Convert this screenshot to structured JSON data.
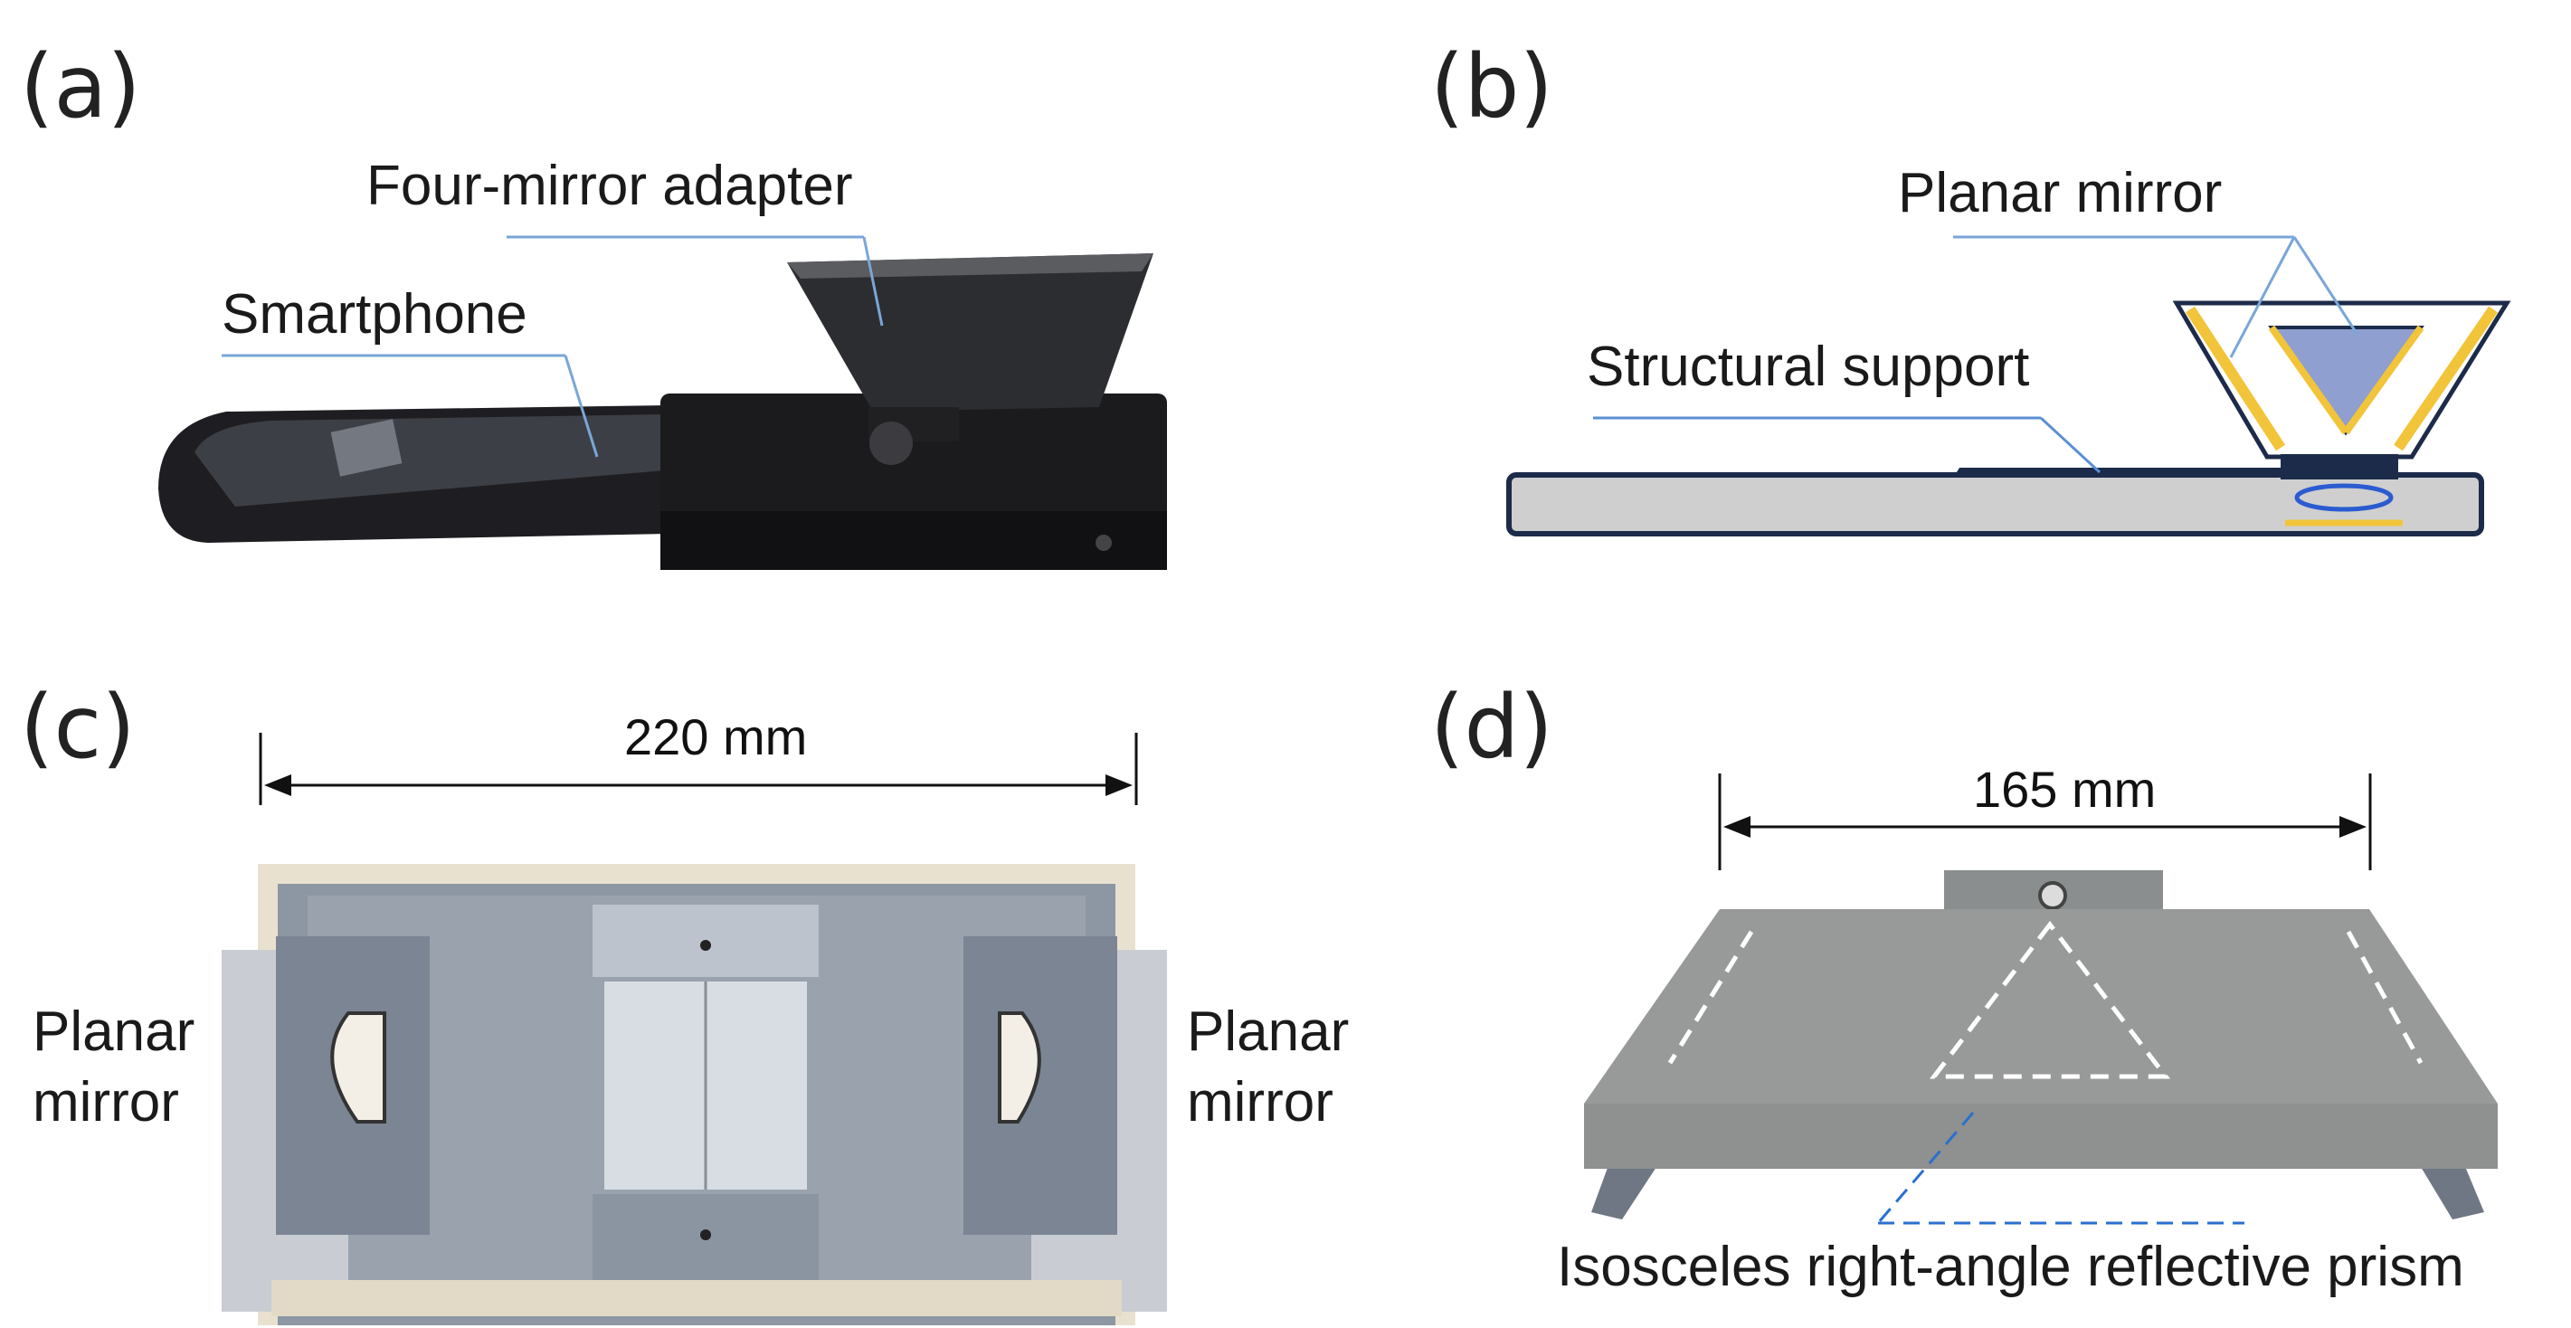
{
  "panels": {
    "a": {
      "label": "(a)",
      "callouts": {
        "adapter": "Four-mirror adapter",
        "phone": "Smartphone"
      }
    },
    "b": {
      "label": "(b)",
      "callouts": {
        "mirror": "Planar mirror",
        "support": "Structural support"
      },
      "colors": {
        "mirror": "#f2c43a",
        "prism": "#8e9fd0",
        "base": "#cfcfcf",
        "outline": "#1c2b4a"
      }
    },
    "c": {
      "label": "(c)",
      "dimension": "220 mm",
      "left_label": [
        "Planar",
        "mirror"
      ],
      "right_label": [
        "Planar",
        "mirror"
      ]
    },
    "d": {
      "label": "(d)",
      "dimension": "165 mm",
      "callout": "Isosceles right-angle reflective prism"
    }
  }
}
